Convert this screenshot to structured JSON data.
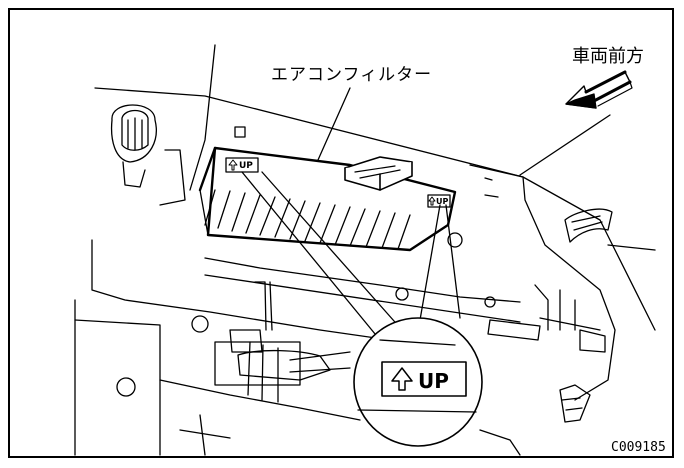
{
  "labels": {
    "air_filter": "エアコンフィルター",
    "vehicle_front": "車両前方",
    "figure_code": "C009185",
    "up_marker": "UP"
  },
  "icons": {
    "direction_arrow": "front-direction-arrow-icon",
    "up_arrow": "up-arrow-icon",
    "filter_pull_tab": "filter-tab-icon"
  },
  "colors": {
    "line": "#000000",
    "background": "#ffffff"
  }
}
